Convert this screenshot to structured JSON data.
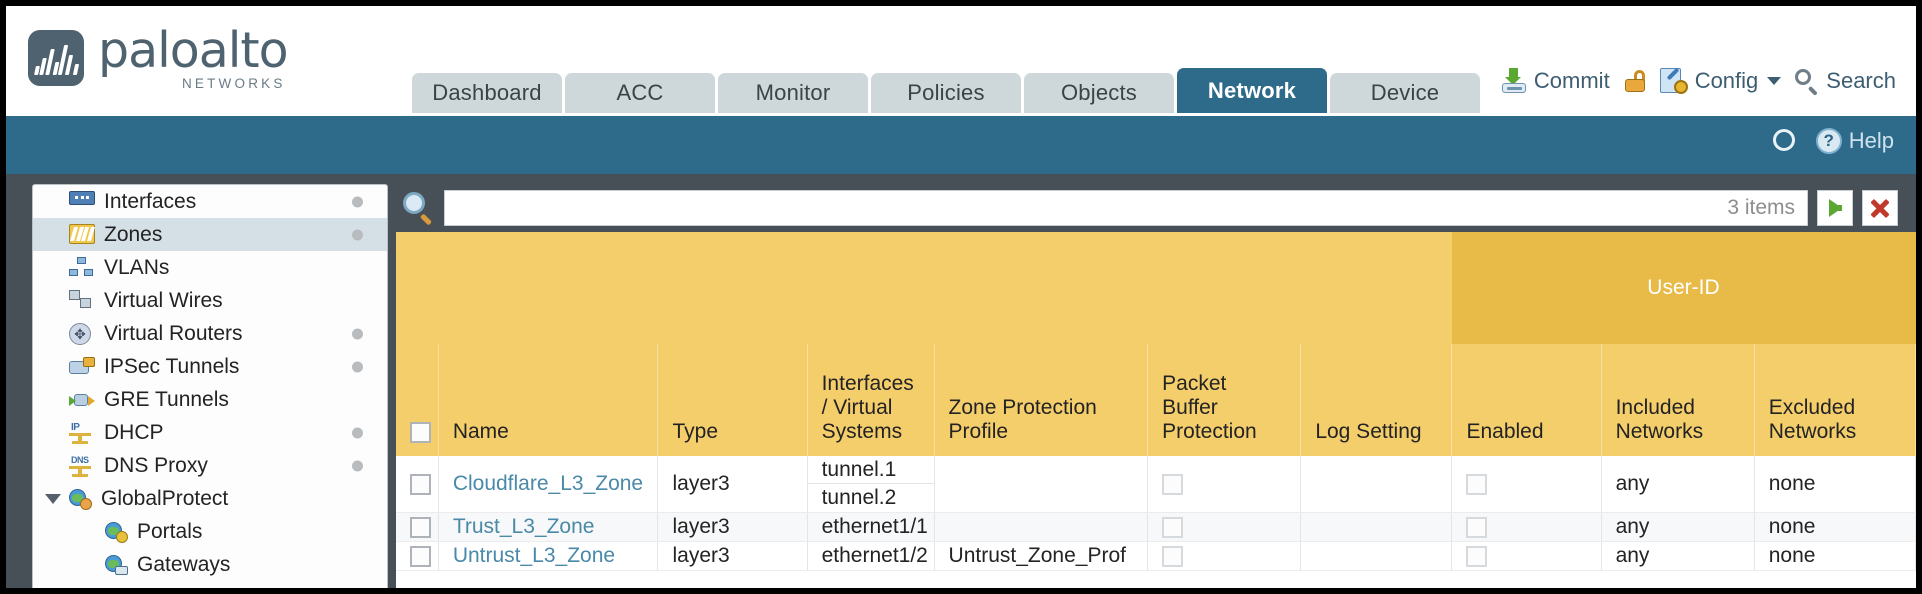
{
  "brand": {
    "name": "paloalto",
    "sub": "NETWORKS",
    "mark": "waveform-logo"
  },
  "nav": {
    "tabs": [
      {
        "label": "Dashboard",
        "active": false
      },
      {
        "label": "ACC",
        "active": false
      },
      {
        "label": "Monitor",
        "active": false
      },
      {
        "label": "Policies",
        "active": false
      },
      {
        "label": "Objects",
        "active": false
      },
      {
        "label": "Network",
        "active": true
      },
      {
        "label": "Device",
        "active": false
      }
    ]
  },
  "header_actions": {
    "commit": "Commit",
    "lock": "lock-icon",
    "config": "Config",
    "search": "Search"
  },
  "bluebar": {
    "refresh": "refresh-icon",
    "help": "Help"
  },
  "sidebar": {
    "items": [
      {
        "label": "Interfaces",
        "icon": "interfaces-icon",
        "dot": true,
        "selected": false,
        "child": false,
        "expander": false
      },
      {
        "label": "Zones",
        "icon": "zones-icon",
        "dot": true,
        "selected": true,
        "child": false,
        "expander": false
      },
      {
        "label": "VLANs",
        "icon": "vlans-icon",
        "dot": false,
        "selected": false,
        "child": false,
        "expander": false
      },
      {
        "label": "Virtual Wires",
        "icon": "virtual-wires-icon",
        "dot": false,
        "selected": false,
        "child": false,
        "expander": false
      },
      {
        "label": "Virtual Routers",
        "icon": "virtual-routers-icon",
        "dot": true,
        "selected": false,
        "child": false,
        "expander": false
      },
      {
        "label": "IPSec Tunnels",
        "icon": "ipsec-tunnels-icon",
        "dot": true,
        "selected": false,
        "child": false,
        "expander": false
      },
      {
        "label": "GRE Tunnels",
        "icon": "gre-tunnels-icon",
        "dot": false,
        "selected": false,
        "child": false,
        "expander": false
      },
      {
        "label": "DHCP",
        "icon": "dhcp-icon",
        "dot": true,
        "selected": false,
        "child": false,
        "expander": false
      },
      {
        "label": "DNS Proxy",
        "icon": "dns-proxy-icon",
        "dot": true,
        "selected": false,
        "child": false,
        "expander": false
      },
      {
        "label": "GlobalProtect",
        "icon": "globalprotect-icon",
        "dot": false,
        "selected": false,
        "child": false,
        "expander": true
      },
      {
        "label": "Portals",
        "icon": "portals-icon",
        "dot": false,
        "selected": false,
        "child": true,
        "expander": false
      },
      {
        "label": "Gateways",
        "icon": "gateways-icon",
        "dot": false,
        "selected": false,
        "child": true,
        "expander": false
      }
    ]
  },
  "search": {
    "value": "",
    "placeholder": "",
    "item_count": "3 items",
    "apply_icon": "green-arrow-icon",
    "clear_icon": "red-x-icon"
  },
  "table": {
    "group_header": "User-ID",
    "columns": [
      "Name",
      "Type",
      "Interfaces / Virtual Systems",
      "Zone Protection Profile",
      "Packet Buffer Protection",
      "Log Setting",
      "Enabled",
      "Included Networks",
      "Excluded Networks"
    ],
    "rows": [
      {
        "name": "Cloudflare_L3_Zone",
        "type": "layer3",
        "interfaces": [
          "tunnel.1",
          "tunnel.2"
        ],
        "zone_protection_profile": "",
        "packet_buffer_protection": false,
        "log_setting": "",
        "userid_enabled": false,
        "included_networks": "any",
        "excluded_networks": "none"
      },
      {
        "name": "Trust_L3_Zone",
        "type": "layer3",
        "interfaces": [
          "ethernet1/1"
        ],
        "zone_protection_profile": "",
        "packet_buffer_protection": false,
        "log_setting": "",
        "userid_enabled": false,
        "included_networks": "any",
        "excluded_networks": "none"
      },
      {
        "name": "Untrust_L3_Zone",
        "type": "layer3",
        "interfaces": [
          "ethernet1/2"
        ],
        "zone_protection_profile": "Untrust_Zone_Prof",
        "packet_buffer_protection": false,
        "log_setting": "",
        "userid_enabled": false,
        "included_networks": "any",
        "excluded_networks": "none"
      }
    ]
  },
  "colors": {
    "brand_blue": "#2e6a8a",
    "slate": "#474f57",
    "header_gold": "#f5ce6c",
    "group_gold": "#e8bb48",
    "link": "#4a89a8"
  }
}
